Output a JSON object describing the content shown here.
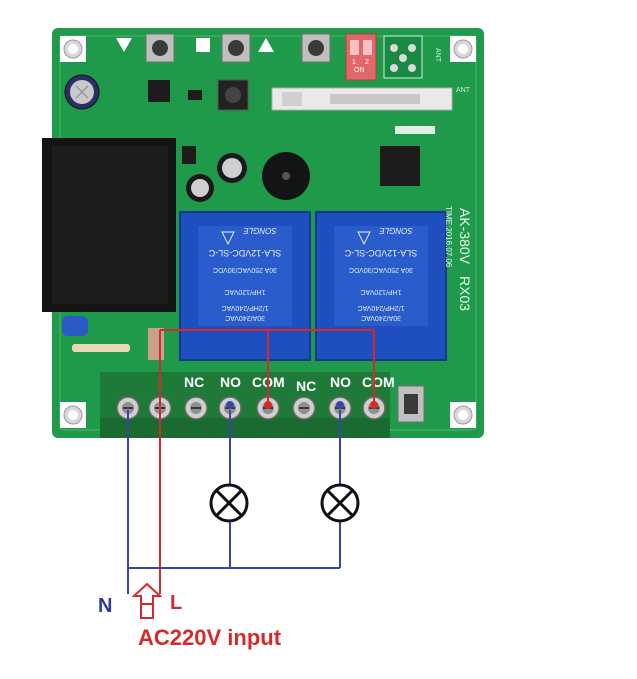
{
  "board": {
    "model_main": "AK-380V",
    "model_sub": "RX03",
    "date_code": "TIME:2016.07.06",
    "ant_label": "ANT",
    "dip_labels": [
      "ON",
      "1",
      "2"
    ],
    "relays": [
      {
        "brand": "SONGLE",
        "lines": [
          "30A/240VAC",
          "1/2HP/240VAC",
          "1HP/120VAC",
          "30A 250VAC/30VDC",
          "SLA-12VDC-SL-C"
        ]
      },
      {
        "brand": "SONGLE",
        "lines": [
          "30A/240VAC",
          "1/2HP/240VAC",
          "1HP/120VAC",
          "30A 250VAC/30VDC",
          "SLA-12VDC-SL-C"
        ]
      }
    ],
    "terminal_labels": [
      "NC",
      "NO",
      "COM",
      "NC",
      "NO",
      "COM"
    ]
  },
  "wiring": {
    "neutral_label": "N",
    "live_label": "L",
    "input_label": "AC220V input"
  },
  "colors": {
    "pcb": "#1f9a4a",
    "pcb_dark": "#15783a",
    "relay_blue": "#1f4fbf",
    "neutral_wire": "#3a45a8",
    "live_wire": "#d62a2a",
    "input_text": "#d62a2a",
    "n_text": "#2a3aa8"
  }
}
